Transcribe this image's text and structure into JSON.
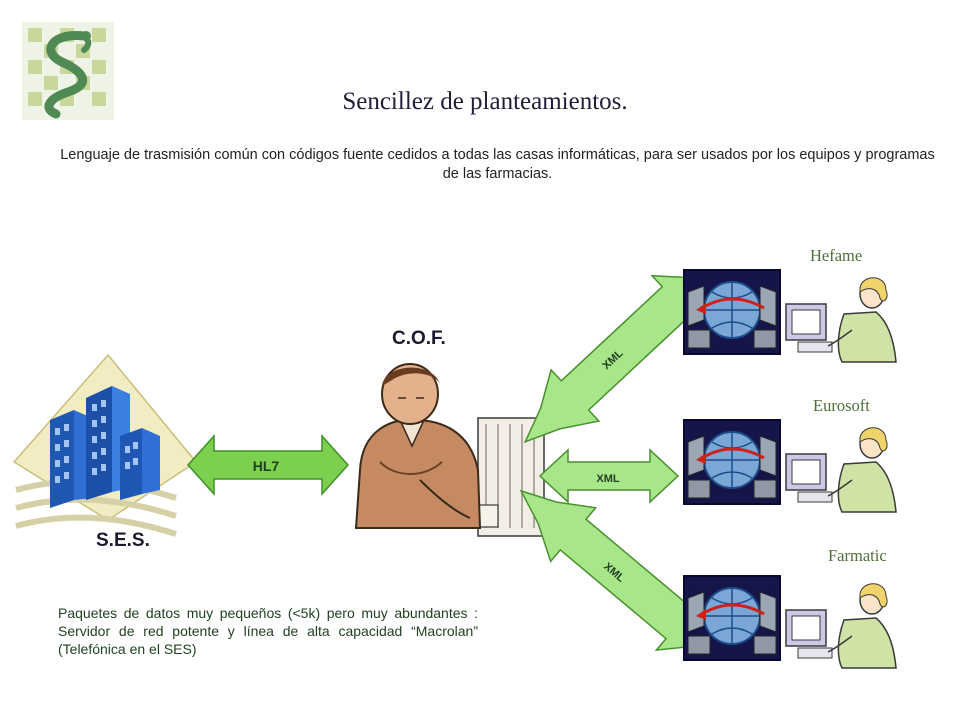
{
  "title": "Sencillez de planteamientos.",
  "subtitle": "Lenguaje de trasmisión común con códigos fuente cedidos a todas las casas informáticas, para ser usados por los equipos y programas de las farmacias.",
  "nodes": {
    "ses": "S.E.S.",
    "cof": "C.O.F."
  },
  "links": {
    "hl7": "HL7",
    "xml_top": "XML",
    "xml_middle": "XML",
    "xml_bottom": "XML"
  },
  "pharmacies": [
    {
      "name": "Hefame"
    },
    {
      "name": "Eurosoft"
    },
    {
      "name": "Farmatic"
    }
  ],
  "note": "Paquetes de datos muy pequeños (<5k) pero muy abundantes : Servidor de red potente y línea de alta capacidad “Macrolan” (Telefónica en el SES)",
  "colors": {
    "arrow_fill": "#a8e68a",
    "arrow_stroke": "#4a8f2e",
    "hl7_fill": "#7dd04f",
    "logo_green": "#4f8a55"
  },
  "icons": {
    "logo": "pharmacy-snake-logo-icon",
    "building": "hospital-building-icon",
    "person": "office-worker-icon",
    "network": "network-terminal-icon",
    "operator": "computer-operator-icon"
  }
}
